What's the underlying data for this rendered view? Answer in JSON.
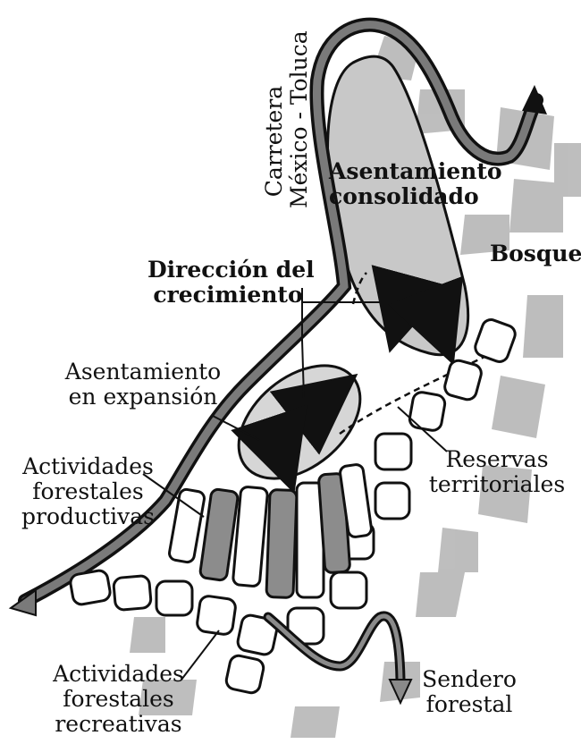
{
  "labels": {
    "carretera": [
      "Carretera",
      "México - Toluca"
    ],
    "asentamiento_consolidado": [
      "Asentamiento",
      "consolidado"
    ],
    "bosque": "Bosque",
    "direccion_crecimiento": [
      "Dirección del",
      "crecimiento"
    ],
    "asentamiento_expansion": [
      "Asentamiento",
      "en expansión"
    ],
    "actividades_productivas": [
      "Actividades",
      "forestales",
      "productivas"
    ],
    "reservas_territoriales": [
      "Reservas",
      "territoriales"
    ],
    "actividades_recreativas": [
      "Actividades",
      "forestales",
      "recreativas"
    ],
    "sendero_forestal": [
      "Sendero",
      "forestal"
    ]
  },
  "colors": {
    "road_outline": "#111111",
    "road_fill": "#7a7a7a",
    "forest_patch": "#9e9e9e",
    "settlement_fill": "#bdbdbd",
    "strip_fill": "#8c8c8c",
    "line": "#111111"
  }
}
